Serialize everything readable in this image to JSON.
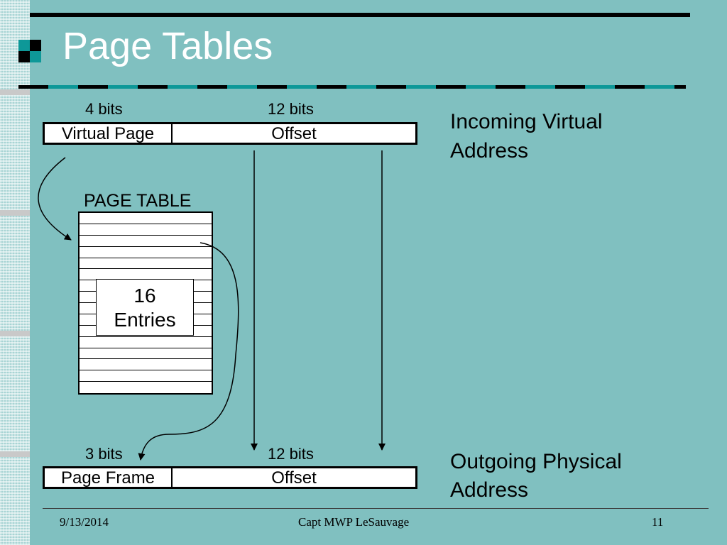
{
  "slide": {
    "title": "Page Tables",
    "number": "11"
  },
  "virtual_address": {
    "page_bits": "4 bits",
    "offset_bits": "12 bits",
    "page_label": "Virtual Page",
    "offset_label": "Offset",
    "caption_line1": "Incoming Virtual",
    "caption_line2": "Address"
  },
  "page_table": {
    "label": "PAGE TABLE",
    "entries_line1": "16",
    "entries_line2": "Entries",
    "row_count": 16
  },
  "physical_address": {
    "frame_bits": "3 bits",
    "offset_bits": "12 bits",
    "frame_label": "Page Frame",
    "offset_label": "Offset",
    "caption_line1": "Outgoing Physical",
    "caption_line2": "Address"
  },
  "footer": {
    "date": "9/13/2014",
    "author": "Capt MWP LeSauvage"
  },
  "colors": {
    "background": "#80c0c0",
    "accent": "#0e9898",
    "title_text": "#ffffff"
  }
}
